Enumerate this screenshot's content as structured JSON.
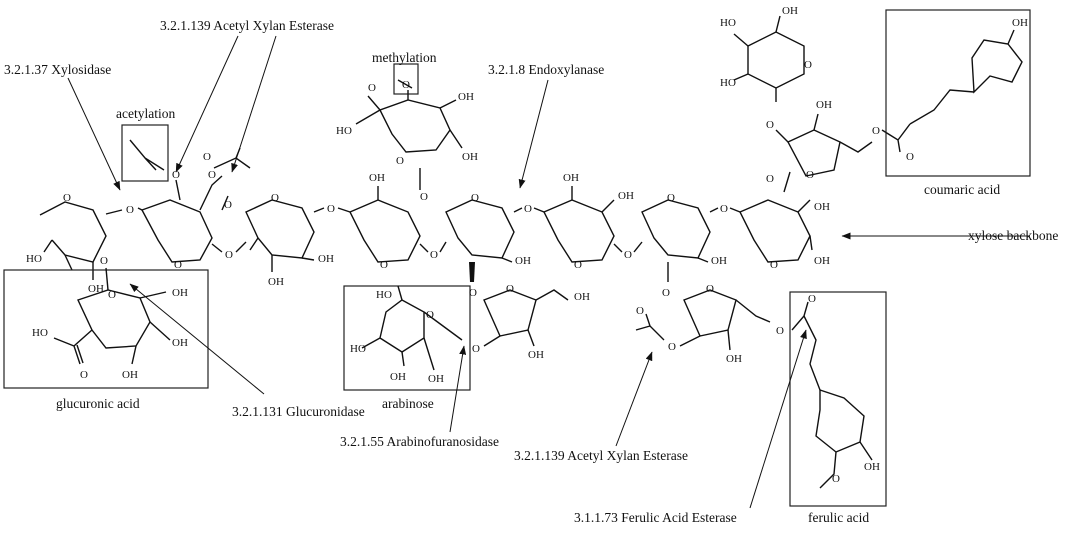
{
  "labels": {
    "acetyl_esterase_top": "3.2.1.139 Acetyl Xylan Esterase",
    "xylosidase": "3.2.1.37 Xylosidase",
    "methylation": "methylation",
    "endoxylanase": "3.2.1.8 Endoxylanase",
    "acetylation": "acetylation",
    "coumaric_acid": "coumaric acid",
    "xylose_backbone": "xylose backbone",
    "glucuronic_acid": "glucuronic acid",
    "glucuronidase": "3.2.1.131 Glucuronidase",
    "arabinose": "arabinose",
    "arabinofuranosidase": "3.2.1.55 Arabinofuranosidase",
    "acetyl_esterase_bottom": "3.2.1.139 Acetyl Xylan Esterase",
    "ferulic_esterase": "3.1.1.73 Ferulic Acid Esterase",
    "ferulic_acid": "ferulic acid"
  },
  "atoms": {
    "o": "O",
    "oh": "OH",
    "ho": "HO"
  }
}
